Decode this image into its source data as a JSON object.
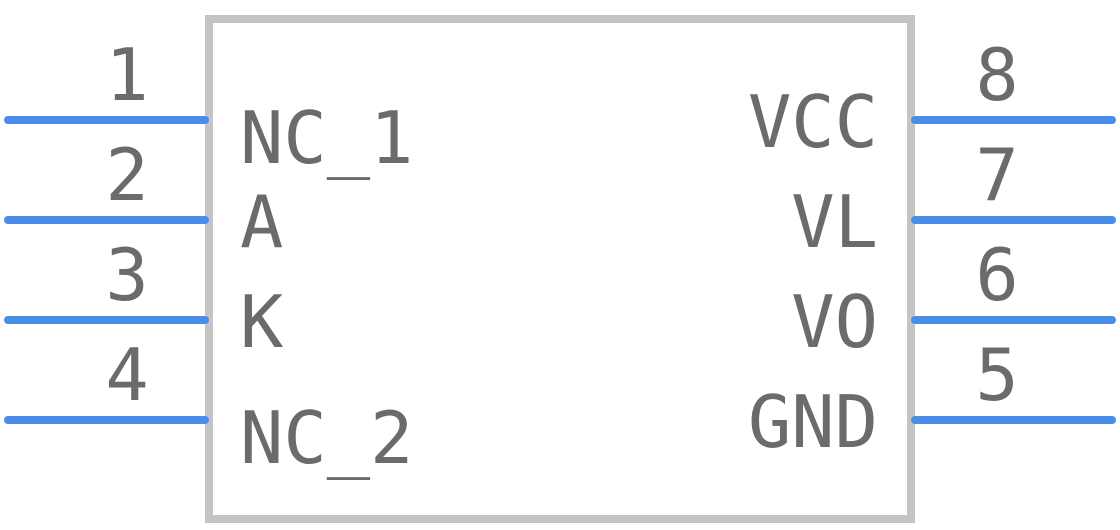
{
  "component": {
    "colors": {
      "body_outline": "#c4c4c4",
      "pin_line": "#4a8de8",
      "text": "#6b6b6b"
    },
    "pins_left": [
      {
        "number": "1",
        "name": "NC_1"
      },
      {
        "number": "2",
        "name": "A"
      },
      {
        "number": "3",
        "name": "K"
      },
      {
        "number": "4",
        "name": "NC_2"
      }
    ],
    "pins_right": [
      {
        "number": "8",
        "name": "VCC"
      },
      {
        "number": "7",
        "name": "VL"
      },
      {
        "number": "6",
        "name": "VO"
      },
      {
        "number": "5",
        "name": "GND"
      }
    ]
  }
}
